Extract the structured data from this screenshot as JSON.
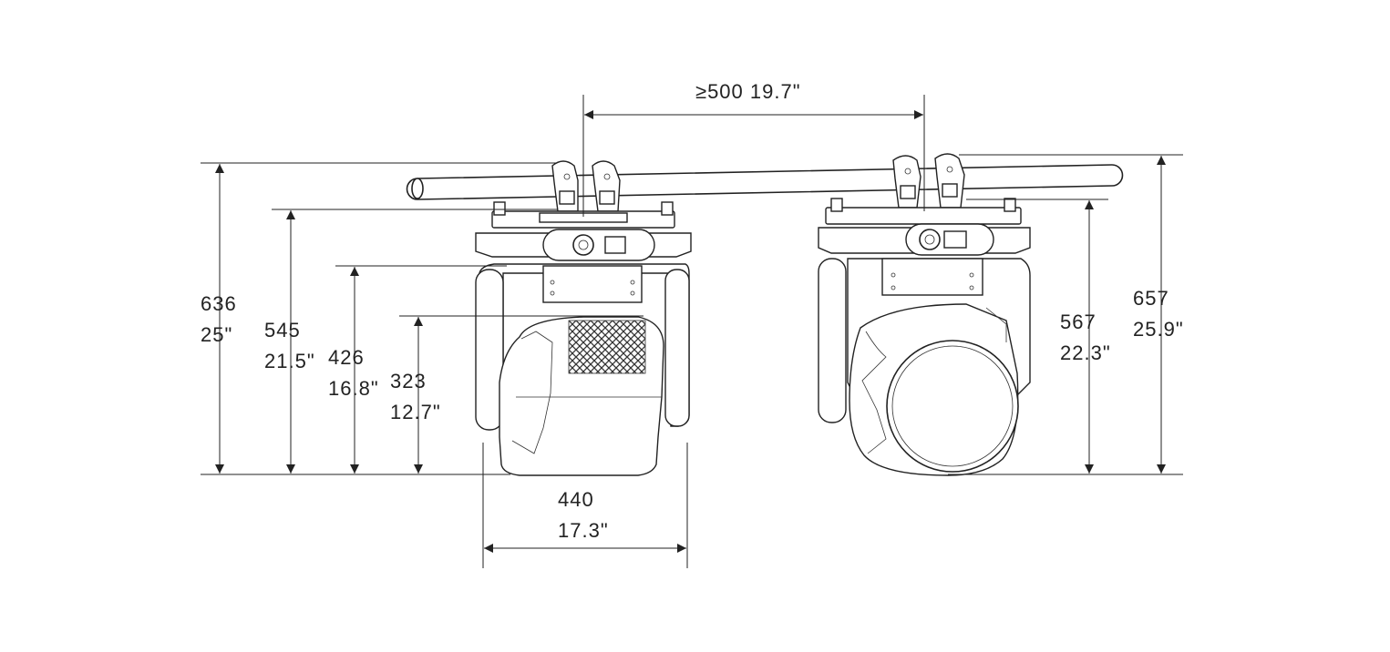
{
  "dimensions": {
    "spacing": "≥500  19.7\"",
    "front_total_mm": "636",
    "front_total_in": "25\"",
    "front_clamp_mm": "545",
    "front_clamp_in": "21.5\"",
    "front_yoke_mm": "426",
    "front_yoke_in": "16.8\"",
    "front_head_mm": "323",
    "front_head_in": "12.7\"",
    "width_mm": "440",
    "width_in": "17.3\"",
    "side_clamp_mm": "567",
    "side_clamp_in": "22.3\"",
    "side_total_mm": "657",
    "side_total_in": "25.9\""
  },
  "colors": {
    "line": "#222222",
    "background": "#ffffff"
  }
}
